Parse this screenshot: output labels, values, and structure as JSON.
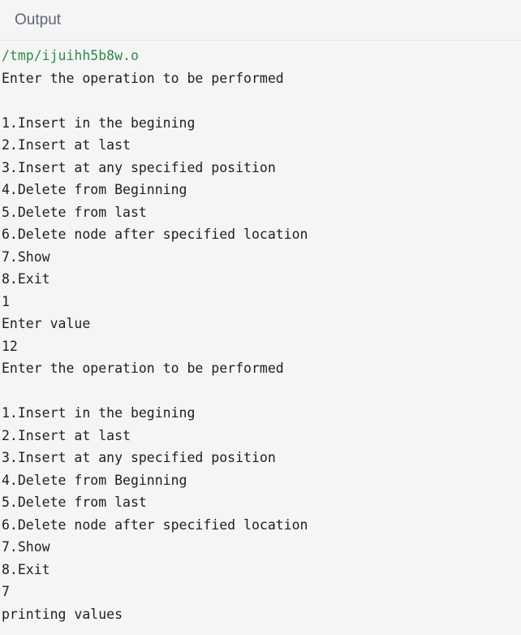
{
  "header": {
    "title": "Output"
  },
  "console": {
    "lines": [
      "/tmp/ijuihh5b8w.o",
      "Enter the operation to be performed",
      "",
      "1.Insert in the begining",
      "2.Insert at last",
      "3.Insert at any specified position",
      "4.Delete from Beginning",
      "5.Delete from last",
      "6.Delete node after specified location",
      "7.Show",
      "8.Exit",
      "1",
      "Enter value",
      "12",
      "Enter the operation to be performed",
      "",
      "1.Insert in the begining",
      "2.Insert at last",
      "3.Insert at any specified position",
      "4.Delete from Beginning",
      "5.Delete from last",
      "6.Delete node after specified location",
      "7.Show",
      "8.Exit",
      "7",
      "printing values"
    ]
  },
  "colors": {
    "path_text": "#2f8a4c",
    "console_text": "#1e1e1e",
    "header_text": "#5f6673",
    "background": "#f5f5f5"
  }
}
